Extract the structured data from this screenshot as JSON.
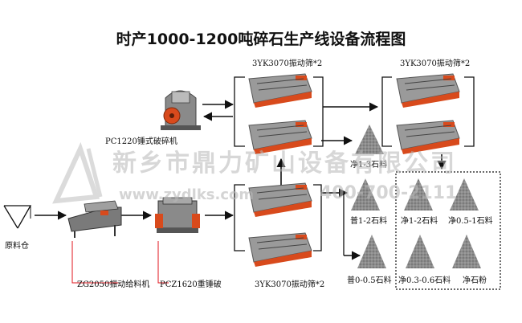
{
  "title": "时产1000-1200吨碎石生产线设备流程图",
  "labels": {
    "screen_top_left": "3YK3070振动筛*2",
    "screen_top_right": "3YK3070振动筛*2",
    "screen_bottom": "3YK3070振动筛*2",
    "hammer_crusher": "PC1220锤式破碎机",
    "feeder": "ZG2050振动给料机",
    "heavy_crusher": "PCZ1620重锤破",
    "raw_bin": "原料仓",
    "stone_1_3": "净1-3石料",
    "stone_p1_2": "普1-2石料",
    "stone_1_2": "净1-2石料",
    "stone_05_1": "净0.5-1石料",
    "stone_p0_05": "普0-0.5石料",
    "stone_03_06": "净0.3-0.6石料",
    "stone_powder": "净石粉"
  },
  "watermark": {
    "company": "新乡市鼎力矿山设备有限公司",
    "url": "www.zydlks.com",
    "phone": "400-700-2111"
  },
  "colors": {
    "arrow": "#111111",
    "red_line": "#e0141e",
    "machine_red": "#d84a1c",
    "machine_gray": "#6b6b6b",
    "stone": "#8a8a8a",
    "watermark": "#b8b8b8"
  }
}
